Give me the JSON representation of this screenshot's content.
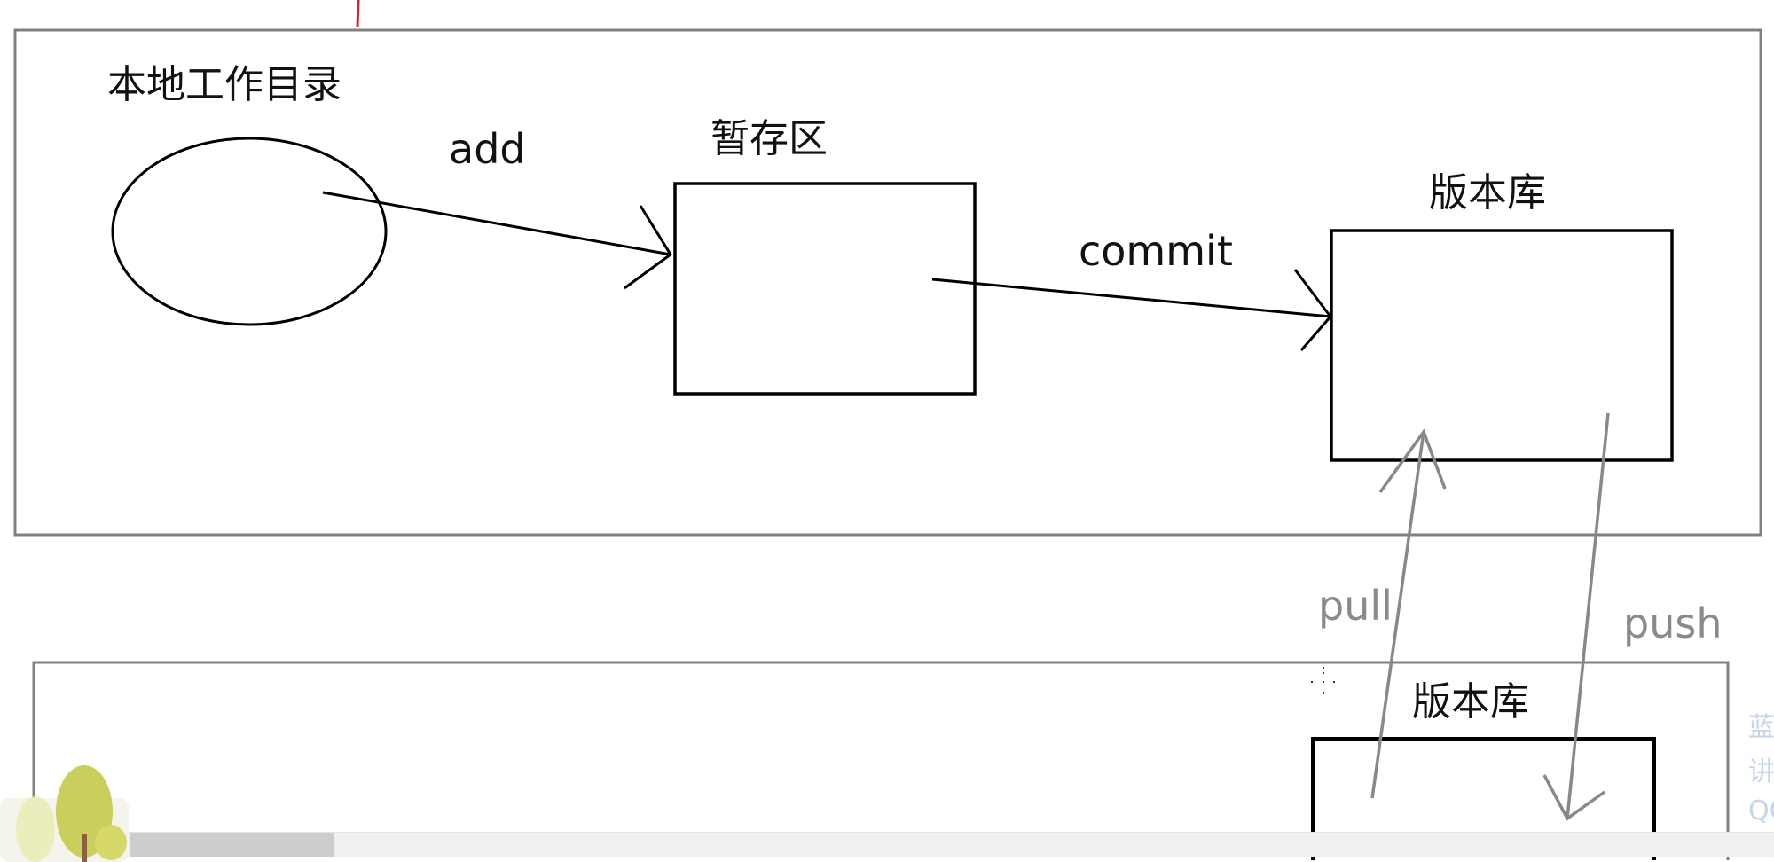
{
  "diagram": {
    "local_workdir_label": "本地工作目录",
    "add_label": "add",
    "staging_label": "暂存区",
    "commit_label": "commit",
    "local_repo_label": "版本库",
    "pull_label": "pull",
    "push_label": "push",
    "remote_repo_label": "版本库"
  },
  "side_watermark": {
    "line1": "蓝",
    "line2": "讲",
    "line3": "QQ"
  },
  "colors": {
    "frame": "#808080",
    "ink": "#000000",
    "remote_arrows": "#888888",
    "marker_red": "#e02020"
  }
}
